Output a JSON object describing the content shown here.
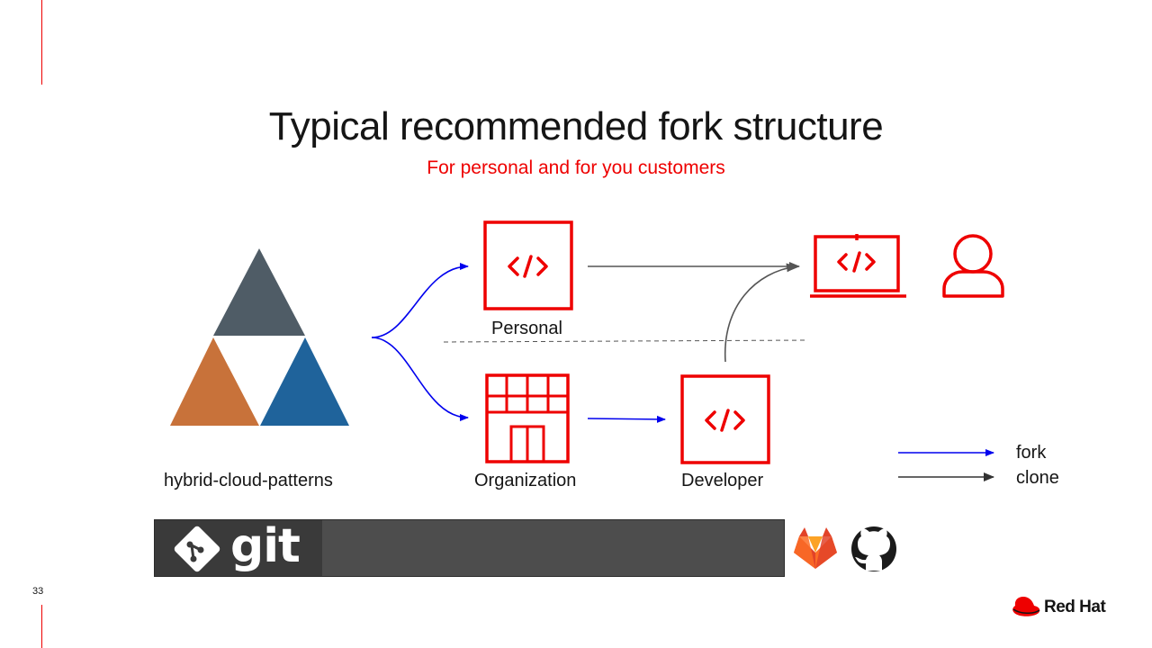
{
  "slide": {
    "title": "Typical recommended fork structure",
    "subtitle": "For personal and for you customers",
    "number": "33"
  },
  "diagram": {
    "upstream_label": "hybrid-cloud-patterns",
    "personal_label": "Personal",
    "organization_label": "Organization",
    "developer_label": "Developer"
  },
  "legend": {
    "fork_label": "fork",
    "clone_label": "clone",
    "fork_color": "#0000ee",
    "clone_color": "#333333"
  },
  "toolbar": {
    "git_text": "git"
  },
  "icons": {
    "code": "code-icon",
    "laptop": "laptop-code-icon",
    "user": "user-icon",
    "building": "building-icon",
    "gitlab": "gitlab-icon",
    "github": "github-icon",
    "redhat": "redhat-logo-icon"
  },
  "brand": {
    "name": "Red Hat",
    "accent": "#ee0000"
  }
}
